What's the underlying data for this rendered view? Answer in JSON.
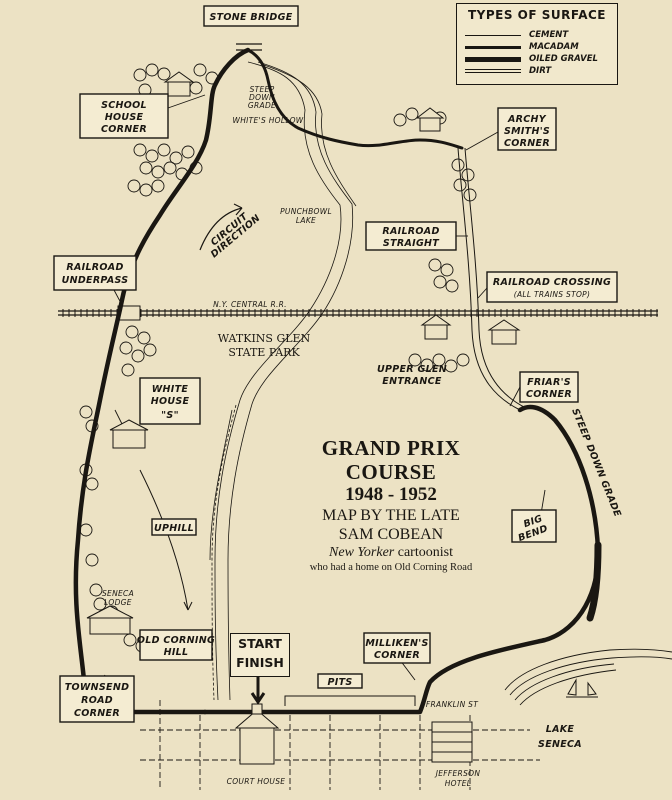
{
  "map": {
    "title": "GRAND PRIX",
    "subtitle": "COURSE",
    "years": "1948 - 1952",
    "credit_line1": "MAP BY THE LATE",
    "credit_line2": "SAM COBEAN",
    "credit_line3_italic": "New Yorker",
    "credit_line3_rest": " cartoonist",
    "credit_line4": "who had a home on Old Corning Road"
  },
  "legend": {
    "title": "TYPES OF SURFACE",
    "items": [
      {
        "label": "CEMENT",
        "style": "thin"
      },
      {
        "label": "MACADAM",
        "style": "medium"
      },
      {
        "label": "OILED GRAVEL",
        "style": "thick"
      },
      {
        "label": "DIRT",
        "style": "dirt"
      }
    ]
  },
  "labels": {
    "stone_bridge": "STONE BRIDGE",
    "school_house_corner": [
      "SCHOOL",
      "HOUSE",
      "CORNER"
    ],
    "steep_down_grade_top": [
      "STEEP",
      "DOWN",
      "GRADE"
    ],
    "whites_hollow": "WHITE'S HOLLOW",
    "archy_smiths_corner": [
      "ARCHY",
      "SMITH'S",
      "CORNER"
    ],
    "punchbowl_lake": [
      "PUNCHBOWL",
      "LAKE"
    ],
    "circuit_direction": [
      "CIRCUIT",
      "DIRECTION"
    ],
    "railroad_straight": [
      "RAILROAD",
      "STRAIGHT"
    ],
    "railroad_underpass": [
      "RAILROAD",
      "UNDERPASS"
    ],
    "railroad_crossing": [
      "RAILROAD CROSSING",
      "(ALL TRAINS STOP)"
    ],
    "ny_central_rr": "N.Y. CENTRAL R.R.",
    "watkins_glen_state_park": [
      "WATKINS GLEN",
      "STATE PARK"
    ],
    "upper_glen_entrance": [
      "UPPER GLEN",
      "ENTRANCE"
    ],
    "friars_corner": [
      "FRIAR'S",
      "CORNER"
    ],
    "white_house_s": [
      "WHITE",
      "HOUSE",
      "\"S\""
    ],
    "steep_down_grade_side": "STEEP DOWN GRADE",
    "big_bend": [
      "BIG",
      "BEND"
    ],
    "uphill": "UPHILL",
    "seneca_lodge": [
      "SENECA",
      "LODGE"
    ],
    "old_corning_hill": [
      "OLD CORNING",
      "HILL"
    ],
    "start_finish": [
      "START",
      "FINISH"
    ],
    "millikens_corner": [
      "MILLIKEN'S",
      "CORNER"
    ],
    "pits": "PITS",
    "franklin_st": "FRANKLIN ST",
    "townsend_road_corner": [
      "TOWNSEND",
      "ROAD",
      "CORNER"
    ],
    "lake_seneca": [
      "LAKE",
      "SENECA"
    ],
    "court_house": "COURT HOUSE",
    "jefferson_hotel": [
      "JEFFERSON",
      "HOTEL"
    ]
  },
  "colors": {
    "paper": "#ece2c4",
    "ink": "#1a1712",
    "box_fill": "#f4ecd2"
  }
}
